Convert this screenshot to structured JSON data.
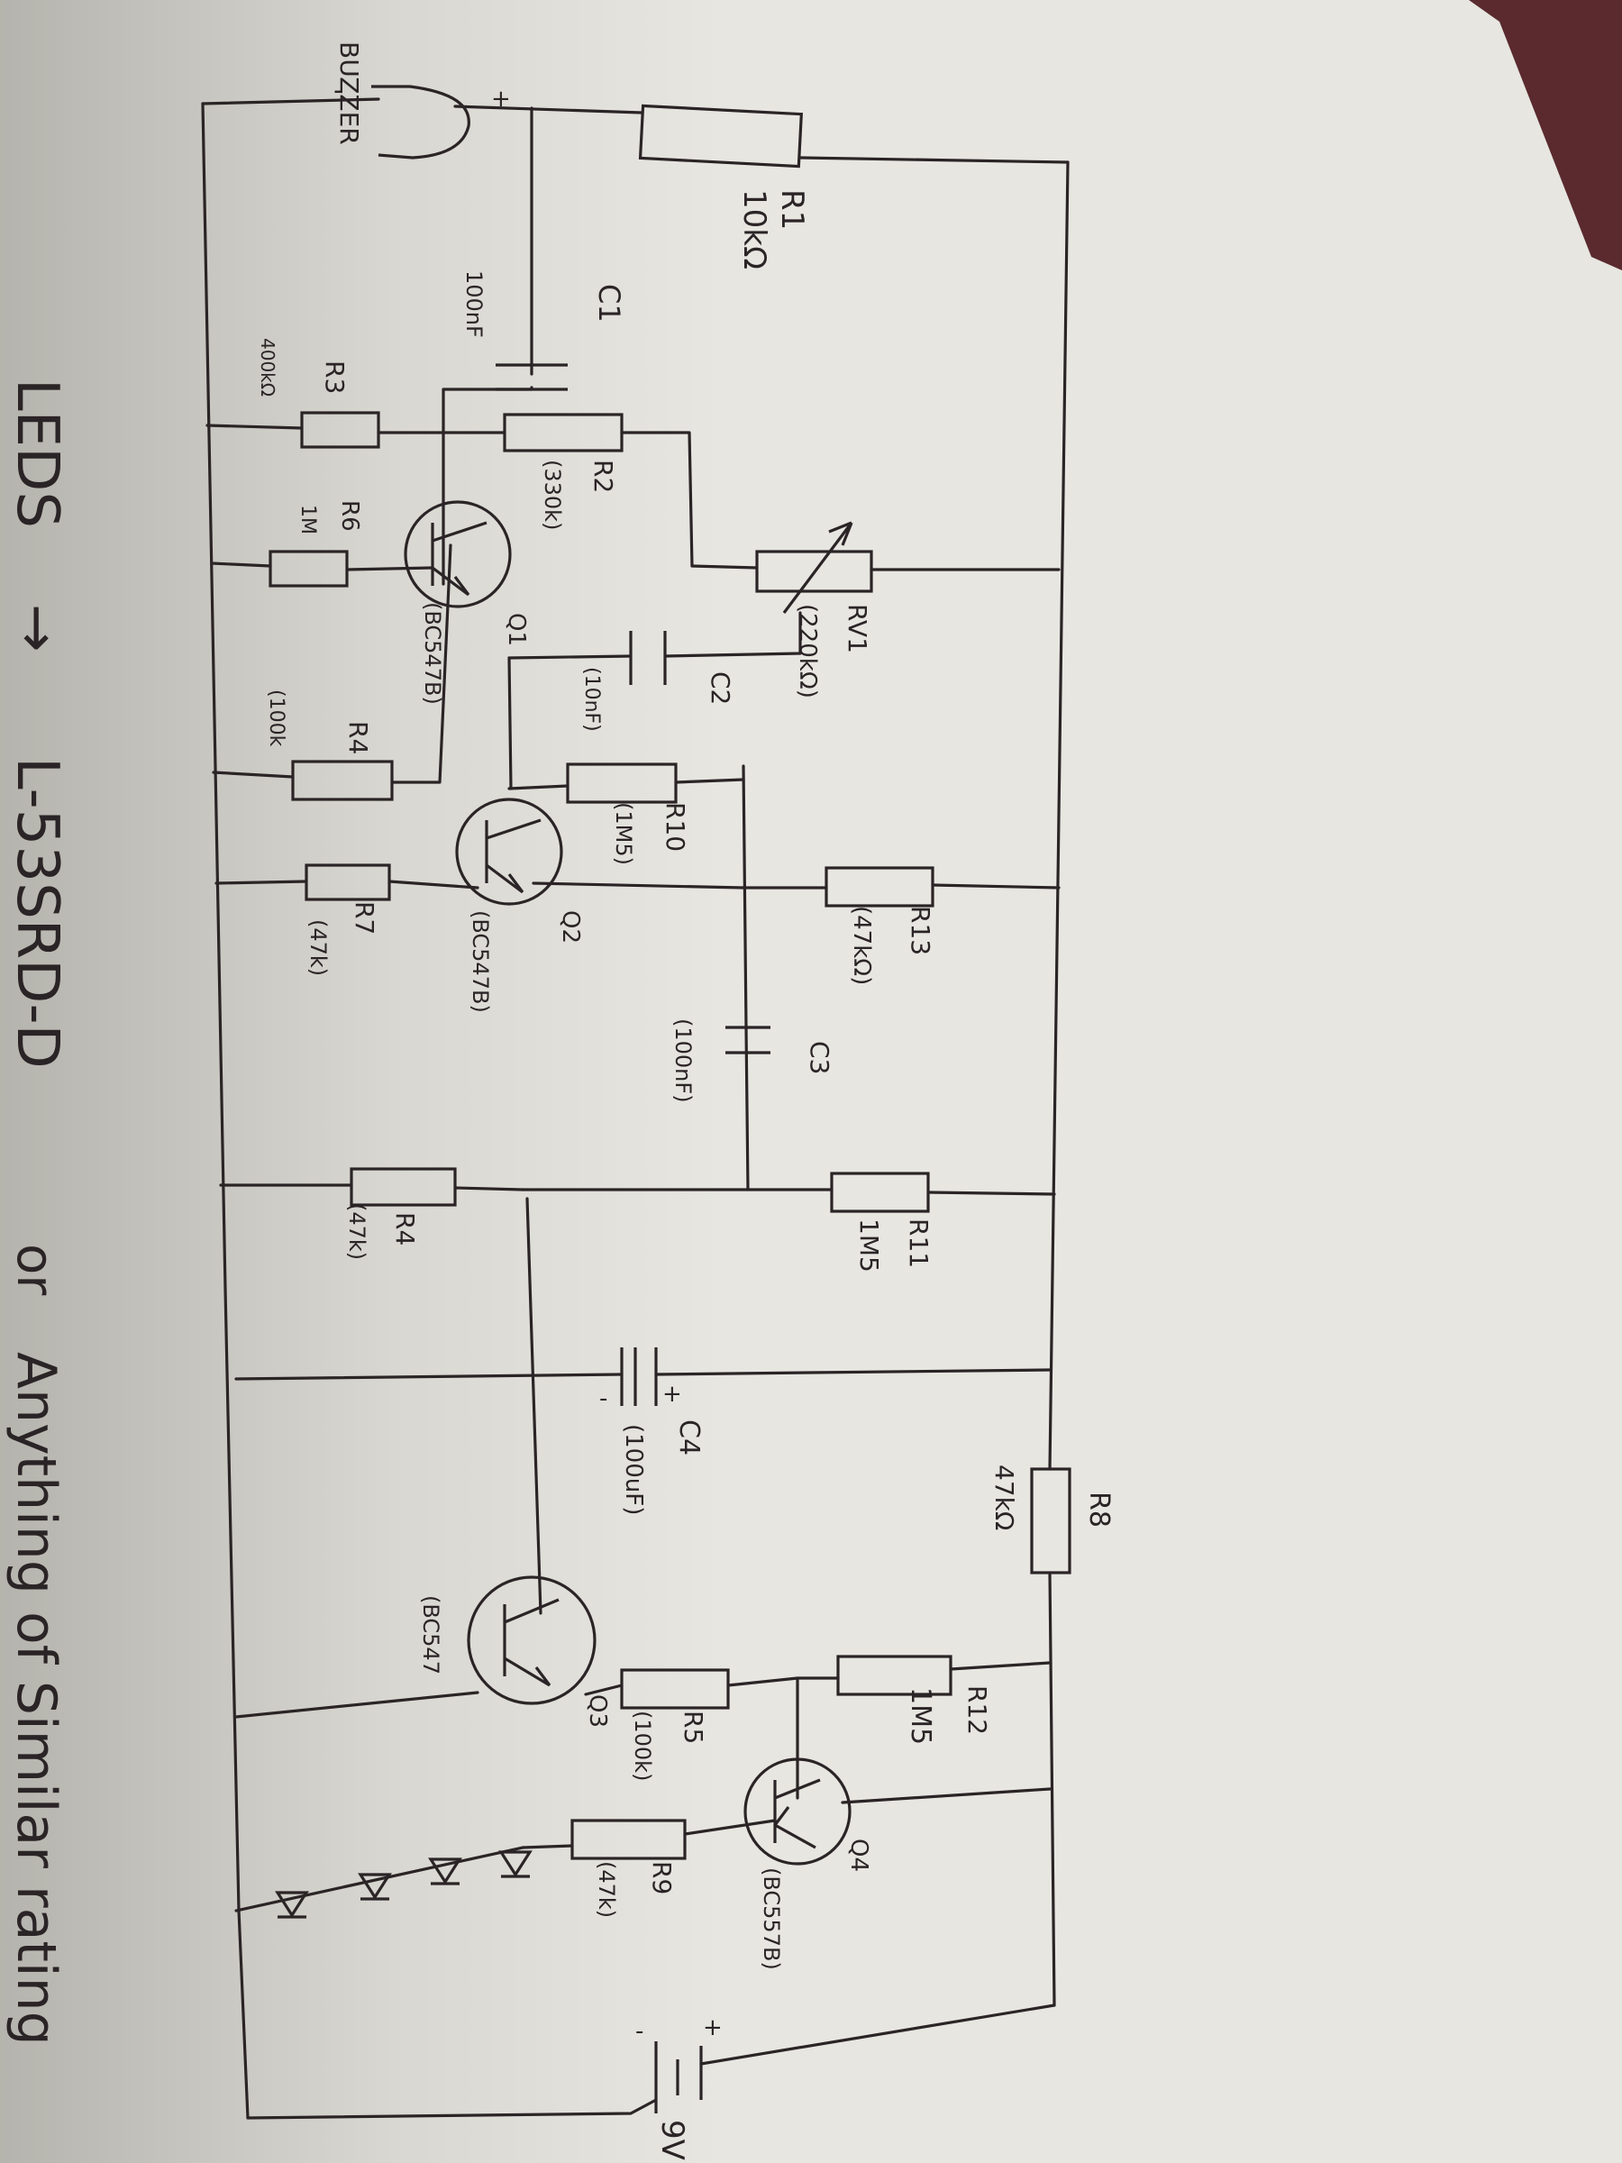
{
  "note": {
    "leds": "LEDS",
    "arrow": "→",
    "part": "L-53SRD-D",
    "or": "or",
    "alt": "Anything of Similar rating"
  },
  "components": {
    "bz": {
      "name": "BUZZER",
      "plus": "+",
      "minus": "-"
    },
    "r1": {
      "name": "R1",
      "value": "10kΩ"
    },
    "c1": {
      "name": "C1",
      "value": "100nF"
    },
    "r3": {
      "name": "R3",
      "value": "400kΩ"
    },
    "r2": {
      "name": "R2",
      "value": "(330k)"
    },
    "r6": {
      "name": "R6",
      "value": "1M"
    },
    "q1": {
      "name": "Q1",
      "value": "(BC547B)"
    },
    "rv1": {
      "name": "RV1",
      "value": "(220kΩ)"
    },
    "c2": {
      "name": "C2",
      "value": "(10nF)"
    },
    "r4a": {
      "name": "R4",
      "value": "(100k"
    },
    "r10": {
      "name": "R10",
      "value": "(1M5)"
    },
    "q2": {
      "name": "Q2",
      "value": "(BC547B)"
    },
    "r7": {
      "name": "R7",
      "value": "(47k)"
    },
    "r13": {
      "name": "R13",
      "value": "(47kΩ)"
    },
    "c3": {
      "name": "C3",
      "value": "(100nF)"
    },
    "r4b": {
      "name": "R4",
      "value": "(47k)"
    },
    "r11": {
      "name": "R11",
      "value": "1M5"
    },
    "c4": {
      "name": "C4",
      "value": "(100uF)",
      "plus": "+",
      "minus": "-"
    },
    "r8": {
      "name": "R8",
      "value": "47kΩ"
    },
    "q3": {
      "name": "Q3",
      "value": "(BC547"
    },
    "r12": {
      "name": "R12",
      "value": "1M5"
    },
    "r5": {
      "name": "R5",
      "value": "(100k)"
    },
    "q4": {
      "name": "Q4",
      "value": "(BC557B)"
    },
    "r9": {
      "name": "R9",
      "value": "(47k)"
    },
    "bat": {
      "value": "9V",
      "plus": "+",
      "minus": "-"
    }
  },
  "colors": {
    "ink": "#2b2426",
    "paper": "#e7e6e1"
  }
}
